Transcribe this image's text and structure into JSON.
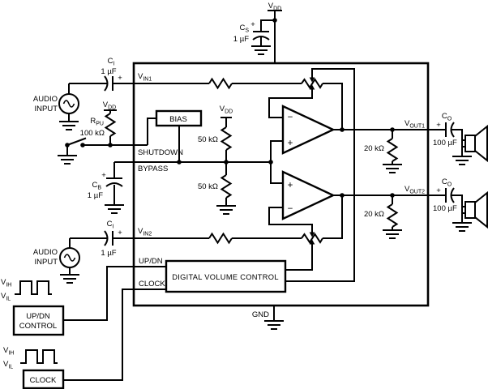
{
  "ic": {
    "pins": {
      "vin1": {
        "main": "V",
        "sub": "IN1"
      },
      "vin2": {
        "main": "V",
        "sub": "IN2"
      },
      "shutdown": "SHUTDOWN",
      "bypass": "BYPASS",
      "updn": "UP/DN",
      "clock": "CLOCK",
      "vout1": {
        "main": "V",
        "sub": "OUT1"
      },
      "vout2": {
        "main": "V",
        "sub": "OUT2"
      },
      "gnd": "GND"
    },
    "blocks": {
      "bias": "BIAS",
      "volume_control": "DIGITAL VOLUME CONTROL"
    },
    "opamps": {
      "ch1": {
        "top": "−",
        "bottom": "+"
      },
      "ch2": {
        "top": "+",
        "bottom": "−"
      }
    },
    "resistors": {
      "r50k_top": "50 kΩ",
      "r50k_bottom": "50 kΩ"
    }
  },
  "power": {
    "vdd_main": {
      "main": "V",
      "sub": "DD"
    },
    "vdd_pullup": {
      "main": "V",
      "sub": "DD"
    },
    "vdd_divider": {
      "main": "V",
      "sub": "DD"
    }
  },
  "components": {
    "cs": {
      "name": {
        "main": "C",
        "sub": "S"
      },
      "value": "1 µF",
      "polarity": "+"
    },
    "ci1": {
      "name": {
        "main": "C",
        "sub": "I"
      },
      "value": "1 µF",
      "polarity": "+"
    },
    "ci2": {
      "name": {
        "main": "C",
        "sub": "I"
      },
      "value": "1 µF",
      "polarity": "+"
    },
    "cb": {
      "name": {
        "main": "C",
        "sub": "B"
      },
      "value": "1 µF",
      "polarity": "+"
    },
    "co1": {
      "name": {
        "main": "C",
        "sub": "O"
      },
      "value": "100 µF",
      "polarity": "+"
    },
    "co2": {
      "name": {
        "main": "C",
        "sub": "O"
      },
      "value": "100 µF",
      "polarity": "+"
    },
    "rpu": {
      "name": {
        "main": "R",
        "sub": "PU"
      },
      "value": "100 kΩ"
    },
    "r20k_ch1": "20 kΩ",
    "r20k_ch2": "20 kΩ"
  },
  "sources": {
    "audio1": {
      "line1": "AUDIO",
      "line2": "INPUT"
    },
    "audio2": {
      "line1": "AUDIO",
      "line2": "INPUT"
    }
  },
  "control": {
    "updn_box": {
      "line1": "UP/DN",
      "line2": "CONTROL"
    },
    "clock_box": "CLOCK",
    "levels": {
      "vih": {
        "main": "V",
        "sub": "IH"
      },
      "vil": {
        "main": "V",
        "sub": "IL"
      }
    }
  }
}
